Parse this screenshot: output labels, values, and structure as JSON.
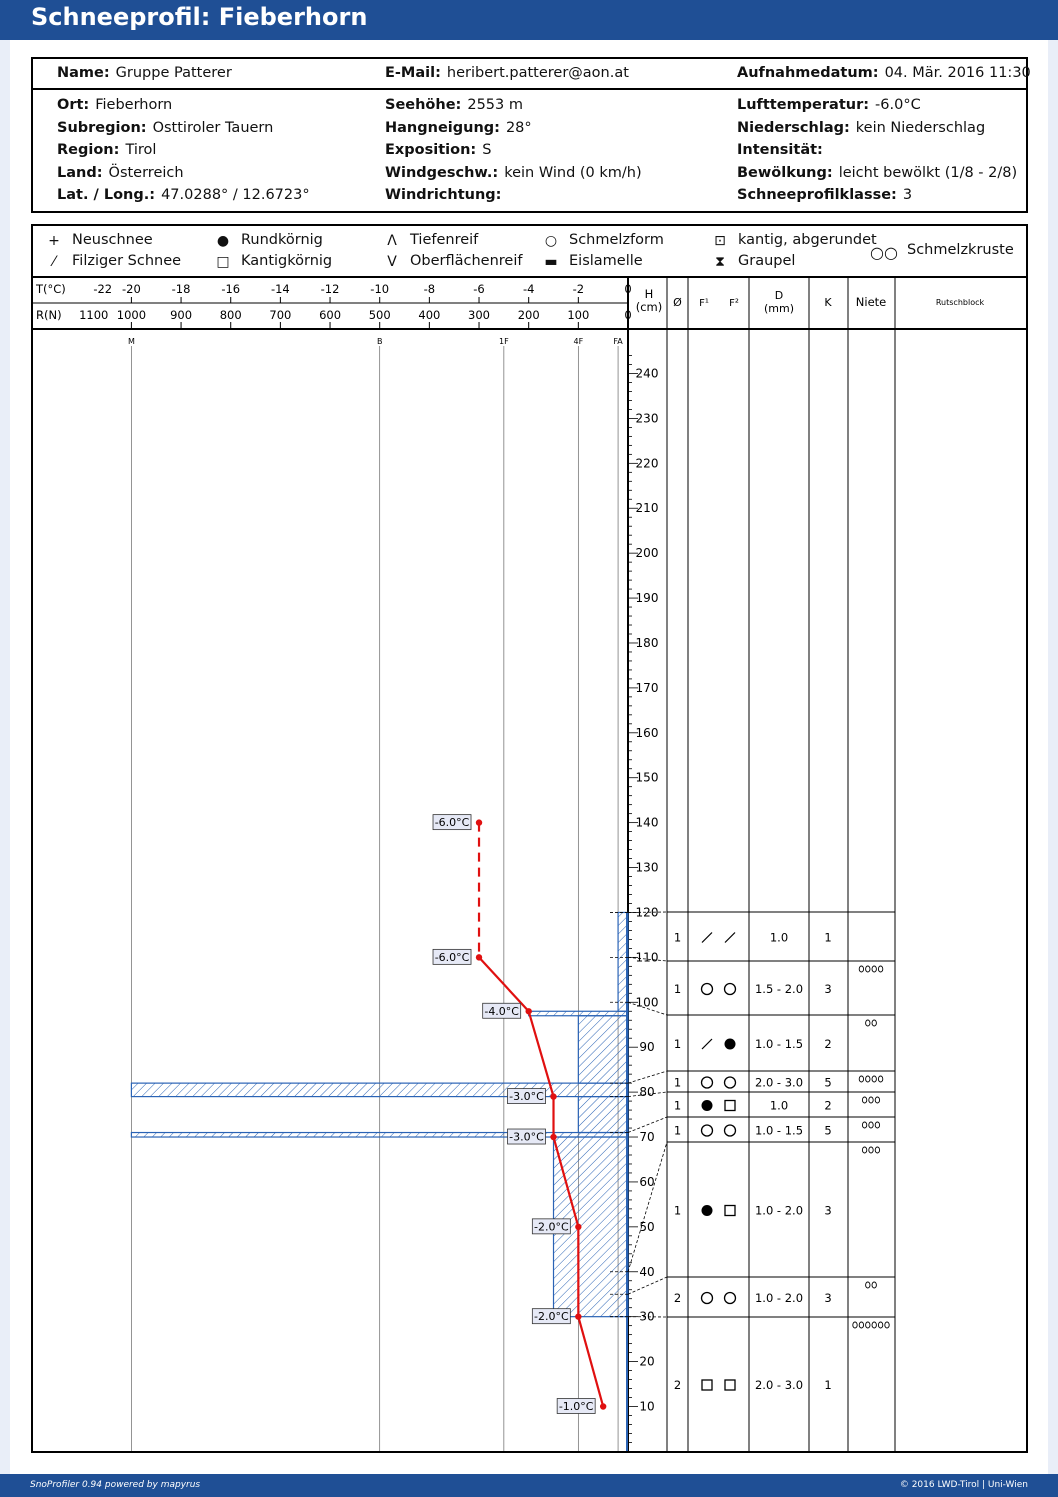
{
  "title": "Schneeprofil: Fieberhorn",
  "header": {
    "name_label": "Name:",
    "name_value": "Gruppe  Patterer",
    "email_label": "E-Mail:",
    "email_value": "heribert.patterer@aon.at",
    "date_label": "Aufnahmedatum:",
    "date_value": "04. Mär. 2016 11:30"
  },
  "info": {
    "col1": [
      {
        "label": "Ort:",
        "value": "Fieberhorn"
      },
      {
        "label": "Subregion:",
        "value": "Osttiroler Tauern"
      },
      {
        "label": "Region:",
        "value": "Tirol"
      },
      {
        "label": "Land:",
        "value": "Österreich"
      },
      {
        "label": "Lat. / Long.:",
        "value": "47.0288° / 12.6723°"
      }
    ],
    "col2": [
      {
        "label": "Seehöhe:",
        "value": "2553 m"
      },
      {
        "label": "Hangneigung:",
        "value": "28°"
      },
      {
        "label": "Exposition:",
        "value": "S"
      },
      {
        "label": "Windgeschw.:",
        "value": "kein Wind (0 km/h)"
      },
      {
        "label": "Windrichtung:",
        "value": ""
      }
    ],
    "col3": [
      {
        "label": "Lufttemperatur:",
        "value": "-6.0°C"
      },
      {
        "label": "Niederschlag:",
        "value": "kein Niederschlag"
      },
      {
        "label": "Intensität:",
        "value": ""
      },
      {
        "label": "Bewölkung:",
        "value": "leicht bewölkt (1/8 - 2/8)"
      },
      {
        "label": "Schneeprofilklasse:",
        "value": "3"
      }
    ]
  },
  "legend": {
    "items": [
      {
        "sym": "+",
        "label": "Neuschnee"
      },
      {
        "sym": "⁄",
        "label": "Filziger Schnee"
      },
      {
        "sym": "●",
        "label": "Rundkörnig"
      },
      {
        "sym": "□",
        "label": "Kantigkörnig"
      },
      {
        "sym": "Λ",
        "label": "Tiefenreif"
      },
      {
        "sym": "V",
        "label": "Oberflächenreif"
      },
      {
        "sym": "○",
        "label": "Schmelzform"
      },
      {
        "sym": "▬",
        "label": "Eislamelle"
      },
      {
        "sym": "⊡",
        "label": "kantig, abgerundet"
      },
      {
        "sym": "⧗",
        "label": "Graupel"
      },
      {
        "sym": "○○",
        "label": "Schmelzkruste"
      }
    ]
  },
  "axis": {
    "t_label": "T(°C)",
    "r_label": "R(N)",
    "t_ticks": [
      "-22",
      "-20",
      "-18",
      "-16",
      "-14",
      "-12",
      "-10",
      "-8",
      "-6",
      "-4",
      "-2",
      "0"
    ],
    "r_ticks": [
      "1100",
      "1000",
      "900",
      "800",
      "700",
      "600",
      "500",
      "400",
      "300",
      "200",
      "100",
      "0"
    ],
    "hardness_labels": [
      "M",
      "B",
      "1F",
      "4F",
      "FA"
    ],
    "h_label": "H",
    "h_unit": "(cm)",
    "height_ticks": [
      "10",
      "20",
      "30",
      "40",
      "50",
      "60",
      "70",
      "80",
      "90",
      "100",
      "110",
      "120",
      "130",
      "140",
      "150",
      "160",
      "170",
      "180",
      "190",
      "200",
      "210",
      "220",
      "230",
      "240"
    ]
  },
  "table_headers": {
    "wet": "Ø",
    "f1": "F¹",
    "f2": "F²",
    "d": "D",
    "d_unit": "(mm)",
    "k": "K",
    "niete": "Niete",
    "rb": "Rutschblock"
  },
  "chart_data": {
    "type": "line",
    "temperature_profile": {
      "unit": "°C",
      "points": [
        {
          "h": 140,
          "t": -6.0,
          "label": "-6.0°C"
        },
        {
          "h": 110,
          "t": -6.0,
          "label": "-6.0°C"
        },
        {
          "h": 98,
          "t": -4.0,
          "label": "-4.0°C"
        },
        {
          "h": 79,
          "t": -3.0,
          "label": "-3.0°C"
        },
        {
          "h": 70,
          "t": -3.0,
          "label": "-3.0°C"
        },
        {
          "h": 50,
          "t": -2.0,
          "label": "-2.0°C"
        },
        {
          "h": 30,
          "t": -2.0,
          "label": "-2.0°C"
        },
        {
          "h": 10,
          "t": -1.0,
          "label": "-1.0°C"
        }
      ]
    },
    "hardness_profile": {
      "unit": "N",
      "layers": [
        {
          "from": 0,
          "to": 30,
          "r": 0
        },
        {
          "from": 30,
          "to": 70,
          "r": 150
        },
        {
          "from": 70,
          "to": 71,
          "r": 1000
        },
        {
          "from": 71,
          "to": 79,
          "r": 100
        },
        {
          "from": 79,
          "to": 82,
          "r": 1000
        },
        {
          "from": 82,
          "to": 97,
          "r": 100
        },
        {
          "from": 97,
          "to": 98,
          "r": 200
        },
        {
          "from": 98,
          "to": 120,
          "r": 20
        }
      ]
    },
    "layers": [
      {
        "from": 110,
        "to": 120,
        "wet": "1",
        "f1": "felt",
        "f2": "felt",
        "d": "1.0",
        "k": "1",
        "niete": 0
      },
      {
        "from": 100,
        "to": 110,
        "wet": "1",
        "f1": "melt",
        "f2": "melt",
        "d": "1.5 - 2.0",
        "k": "3",
        "niete": 4
      },
      {
        "from": 82,
        "to": 100,
        "wet": "1",
        "f1": "felt",
        "f2": "round",
        "d": "1.0 - 1.5",
        "k": "2",
        "niete": 2
      },
      {
        "from": 79,
        "to": 82,
        "wet": "1",
        "f1": "melt",
        "f2": "melt",
        "d": "2.0 - 3.0",
        "k": "5",
        "niete": 4
      },
      {
        "from": 71,
        "to": 79,
        "wet": "1",
        "f1": "round",
        "f2": "square",
        "d": "1.0",
        "k": "2",
        "niete": 3
      },
      {
        "from": 40,
        "to": 71,
        "wet": "1",
        "f1": "melt",
        "f2": "melt",
        "d": "1.0 - 1.5",
        "k": "5",
        "niete": 3
      },
      {
        "from": 35,
        "to": 40,
        "wet": "1",
        "f1": "round",
        "f2": "square",
        "d": "1.0 - 2.0",
        "k": "3",
        "niete": 3
      },
      {
        "from": 30,
        "to": 35,
        "wet": "2",
        "f1": "melt",
        "f2": "melt",
        "d": "1.0 - 2.0",
        "k": "3",
        "niete": 2
      },
      {
        "from": 0,
        "to": 30,
        "wet": "2",
        "f1": "square",
        "f2": "square",
        "d": "2.0 - 3.0",
        "k": "1",
        "niete": 6
      }
    ],
    "rows": [
      {
        "wet": "1",
        "f1": "felt",
        "f2": "felt",
        "d": "1.0",
        "k": "1",
        "niete": 0
      },
      {
        "wet": "1",
        "f1": "melt",
        "f2": "melt",
        "d": "1.5 - 2.0",
        "k": "3",
        "niete": 4
      },
      {
        "wet": "1",
        "f1": "felt",
        "f2": "round",
        "d": "1.0 - 1.5",
        "k": "2",
        "niete": 2
      },
      {
        "wet": "1",
        "f1": "melt",
        "f2": "melt",
        "d": "2.0 - 3.0",
        "k": "5",
        "niete": 4
      },
      {
        "wet": "1",
        "f1": "round",
        "f2": "square",
        "d": "1.0",
        "k": "2",
        "niete": 3
      },
      {
        "wet": "1",
        "f1": "melt",
        "f2": "melt",
        "d": "1.0 - 1.5",
        "k": "5",
        "niete": 3
      },
      {
        "wet": "1",
        "f1": "round",
        "f2": "square",
        "d": "1.0 - 2.0",
        "k": "3",
        "niete": 3
      },
      {
        "wet": "2",
        "f1": "melt",
        "f2": "melt",
        "d": "1.0 - 2.0",
        "k": "3",
        "niete": 2
      },
      {
        "wet": "2",
        "f1": "square",
        "f2": "square",
        "d": "2.0 - 3.0",
        "k": "1",
        "niete": 6
      }
    ]
  },
  "footer": {
    "left": "SnoProfiler 0.94 powered by mapyrus",
    "right": "© 2016 LWD-Tirol | Uni-Wien"
  },
  "colors": {
    "brand": "#1f4f95",
    "temperature": "#e01010",
    "hardness": "#2a63b5"
  }
}
